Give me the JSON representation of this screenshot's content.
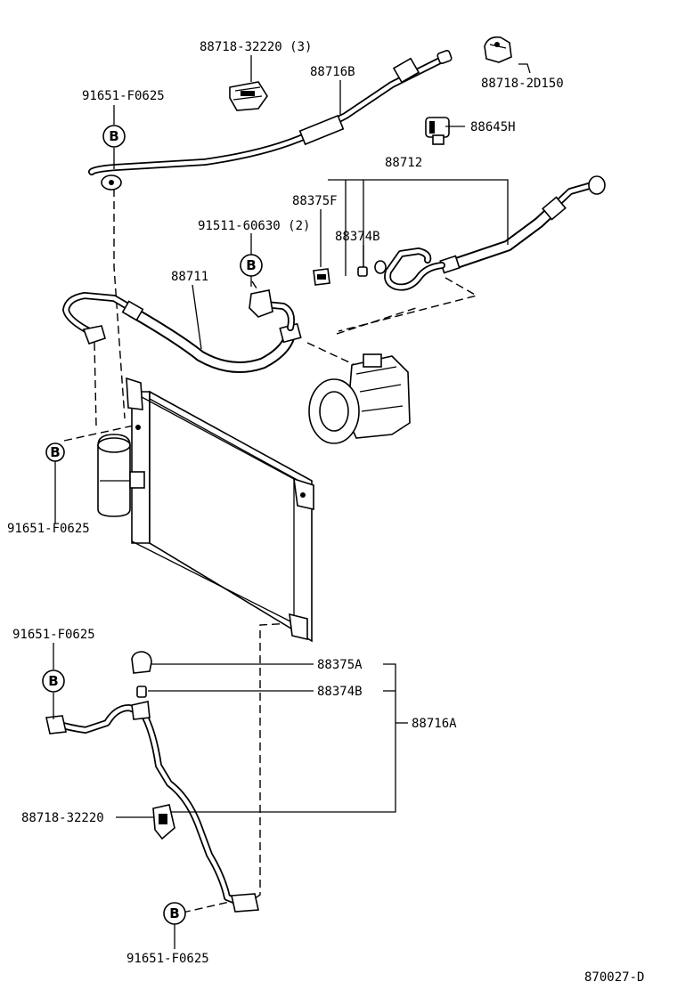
{
  "labels": {
    "clamp_88718_32220_3": "88718-32220 (3)",
    "hose_88716B": "88716B",
    "clamp_88718_2D150": "88718-2D150",
    "bolt_91651_top": "91651-F0625",
    "switch_88645H": "88645H",
    "hose_88712": "88712",
    "cap_88375F": "88375F",
    "bolt_91511_60630": "91511-60630 (2)",
    "valve_88374B_top": "88374B",
    "hose_88711": "88711",
    "bolt_91651_mid": "91651-F0625",
    "bolt_91651_lowleft": "91651-F0625",
    "cap_88375A": "88375A",
    "valve_88374B_low": "88374B",
    "pipe_88716A": "88716A",
    "clamp_88718_32220": "88718-32220",
    "bolt_91651_bottom": "91651-F0625",
    "diagram_number": "870027-D"
  },
  "callout_letter": "B"
}
